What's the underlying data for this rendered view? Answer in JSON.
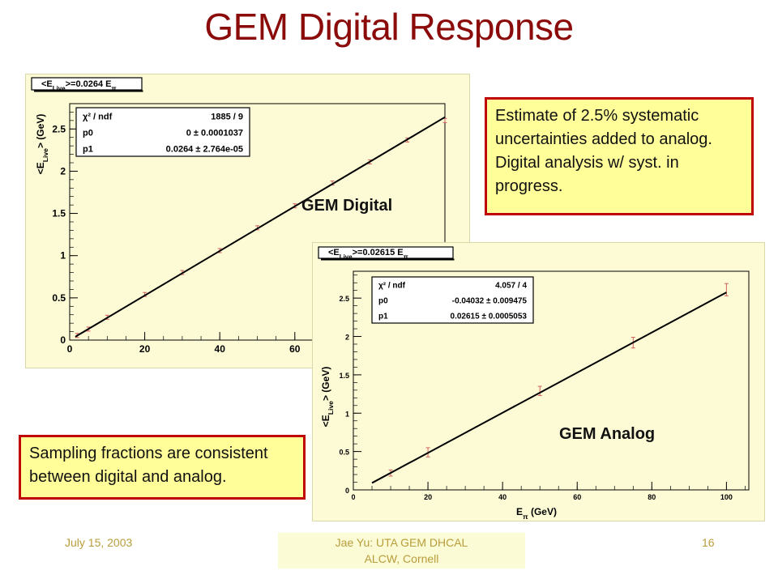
{
  "slide": {
    "title": "GEM Digital Response",
    "footer_date": "July 15, 2003",
    "footer_center_line1": "Jae Yu: UTA GEM DHCAL",
    "footer_center_line2": "ALCW, Cornell",
    "page_number": "16",
    "note_right": "Estimate of 2.5% systematic uncertainties added to analog. Digital analysis w/ syst. in progress.",
    "note_left": "Sampling fractions are consistent between digital and analog."
  },
  "chart_data": [
    {
      "type": "scatter",
      "label": "GEM Digital",
      "title_box": "<E_Live>=0.0264 E_π",
      "ylabel": "<E_Live> (GeV)",
      "xlim": [
        0,
        100
      ],
      "ylim": [
        0,
        2.8
      ],
      "x_ticks": [
        0,
        20,
        40,
        60
      ],
      "y_ticks": [
        0,
        0.5,
        1,
        1.5,
        2,
        2.5
      ],
      "stats": {
        "chi2_label": "χ² / ndf",
        "chi2_value": "1885 / 9",
        "p0_label": "p0",
        "p0_value": "0 ± 0.0001037",
        "p1_label": "p1",
        "p1_value": "0.0264 ± 2.764e-05"
      },
      "fit": {
        "p0": 0,
        "p1": 0.0264
      },
      "x": [
        2,
        5,
        10,
        20,
        30,
        40,
        50,
        60,
        70,
        80,
        90,
        100
      ],
      "y": [
        0.055,
        0.13,
        0.27,
        0.54,
        0.8,
        1.06,
        1.33,
        1.59,
        1.86,
        2.11,
        2.37,
        2.6
      ],
      "line_color": "#000000",
      "marker_color": "#d06060"
    },
    {
      "type": "scatter",
      "label": "GEM Analog",
      "title_box": "<E_Live>=0.02615 E_π",
      "xlabel": "E_π (GeV)",
      "ylabel": "<E_Live> (GeV)",
      "xlim": [
        0,
        106
      ],
      "ylim": [
        0,
        2.85
      ],
      "x_ticks": [
        0,
        20,
        40,
        60,
        80,
        100
      ],
      "y_ticks": [
        0,
        0.5,
        1,
        1.5,
        2,
        2.5
      ],
      "stats": {
        "chi2_label": "χ² / ndf",
        "chi2_value": "4.057 / 4",
        "p0_label": "p0",
        "p0_value": "-0.04032 ± 0.009475",
        "p1_label": "p1",
        "p1_value": "0.02615 ± 0.0005053"
      },
      "fit": {
        "p0": -0.04032,
        "p1": 0.02615
      },
      "x": [
        10,
        20,
        50,
        75,
        100
      ],
      "y": [
        0.22,
        0.49,
        1.29,
        1.92,
        2.61
      ],
      "yerr": [
        0.04,
        0.06,
        0.06,
        0.07,
        0.08
      ],
      "line_color": "#000000",
      "marker_color": "#d06060"
    }
  ]
}
